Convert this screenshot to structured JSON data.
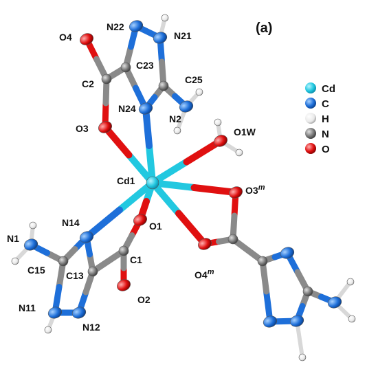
{
  "panel_label": "(a)",
  "colors": {
    "cd": "#22c8e0",
    "c_blue": "#1e6fd9",
    "h_white": "#e8e8e8",
    "n_gray": "#7a7a7a",
    "o_red": "#e01010",
    "bond_gray": "#8a8a8a",
    "n_blue": "#2a86e6"
  },
  "legend": [
    {
      "symbol": "Cd",
      "color": "#22c8e0"
    },
    {
      "symbol": "C",
      "color": "#1e6fd9"
    },
    {
      "symbol": "H",
      "color": "#e8e8e8"
    },
    {
      "symbol": "N",
      "color": "#7a7a7a"
    },
    {
      "symbol": "O",
      "color": "#e01010"
    }
  ],
  "atom_labels": {
    "n22": "N22",
    "n21": "N21",
    "o4": "O4",
    "c23": "C23",
    "c25": "C25",
    "c2": "C2",
    "n24": "N24",
    "n2": "N2",
    "o3": "O3",
    "o1w": "O1W",
    "cd1": "Cd1",
    "o3m": "O3",
    "o3m_sup": "m",
    "n14": "N14",
    "o1": "O1",
    "n1": "N1",
    "c1": "C1",
    "c15": "C15",
    "c13": "C13",
    "o4m": "O4",
    "o4m_sup": "m",
    "o2": "O2",
    "n11": "N11",
    "n12": "N12"
  }
}
